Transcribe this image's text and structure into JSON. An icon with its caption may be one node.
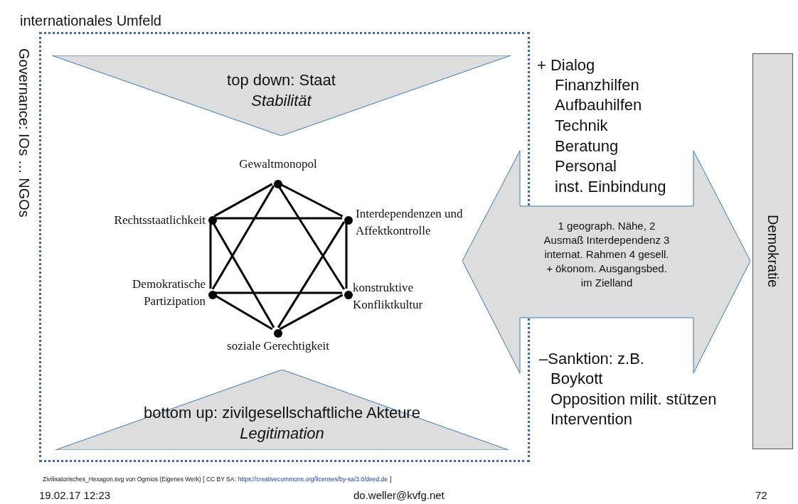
{
  "diagram": {
    "nodes": [
      {
        "text": [
          "internationales Umfeld"
        ]
      },
      {
        "text": [
          "top down: Staat",
          "Stabilität"
        ],
        "in": 0
      },
      {
        "text": [
          "Gewaltmonopol"
        ],
        "in": 0
      },
      {
        "text": [
          "Rechtsstaatlichkeit"
        ],
        "in": 0
      },
      {
        "text": [
          "Interdependenzen und Affektkontrolle"
        ],
        "in": 0
      },
      {
        "text": [
          "Demokratische Partizipation"
        ],
        "in": 0
      },
      {
        "text": [
          "konstruktive Konfliktkultur"
        ],
        "in": 0
      },
      {
        "text": [
          "soziale Gerechtigkeit"
        ],
        "in": 0
      },
      {
        "text": [
          "bottom up: zivilgesellschaftliche Akteure",
          "Legitimation"
        ],
        "in": 0
      },
      {
        "text": [
          "1 geograph. Nähe, 2 Ausmaß Interdependenz 3 internat. Rahmen 4 gesell. + ökonom. Ausgangsbed. im Zielland"
        ]
      },
      {
        "text": [
          "Demokratie"
        ]
      }
    ],
    "edges": [
      {
        "from": 2,
        "to": 4,
        "arrow": "none"
      },
      {
        "from": 4,
        "to": 6,
        "arrow": "none"
      },
      {
        "from": 6,
        "to": 7,
        "arrow": "none"
      },
      {
        "from": 7,
        "to": 5,
        "arrow": "none"
      },
      {
        "from": 5,
        "to": 3,
        "arrow": "none"
      },
      {
        "from": 3,
        "to": 2,
        "arrow": "none"
      },
      {
        "from": 2,
        "to": 5,
        "arrow": "none"
      },
      {
        "from": 5,
        "to": 6,
        "arrow": "none"
      },
      {
        "from": 6,
        "to": 2,
        "arrow": "none"
      },
      {
        "from": 3,
        "to": 4,
        "arrow": "none"
      },
      {
        "from": 4,
        "to": 7,
        "arrow": "none"
      },
      {
        "from": 7,
        "to": 3,
        "arrow": "none"
      }
    ],
    "labels": [
      "Governance: IOs … NGOs",
      "+ Dialog",
      "Finanzhilfen",
      "Aufbauhilfen",
      "Technik",
      "Beratung",
      "Personal",
      "inst. Einbindung",
      "–Sanktion: z.B.",
      "Boykott",
      "Opposition milit. stützen",
      "Intervention",
      "Zivilisatorisches_Hexagon.svg von Ogmios (Eigenes Werk) [ CC BY SA:",
      "https://creativecommons.org/licenses/by-sa/3.0/deed.de",
      "]",
      "19.02.17 12:23",
      "do.weller@kvfg.net",
      "72"
    ]
  }
}
